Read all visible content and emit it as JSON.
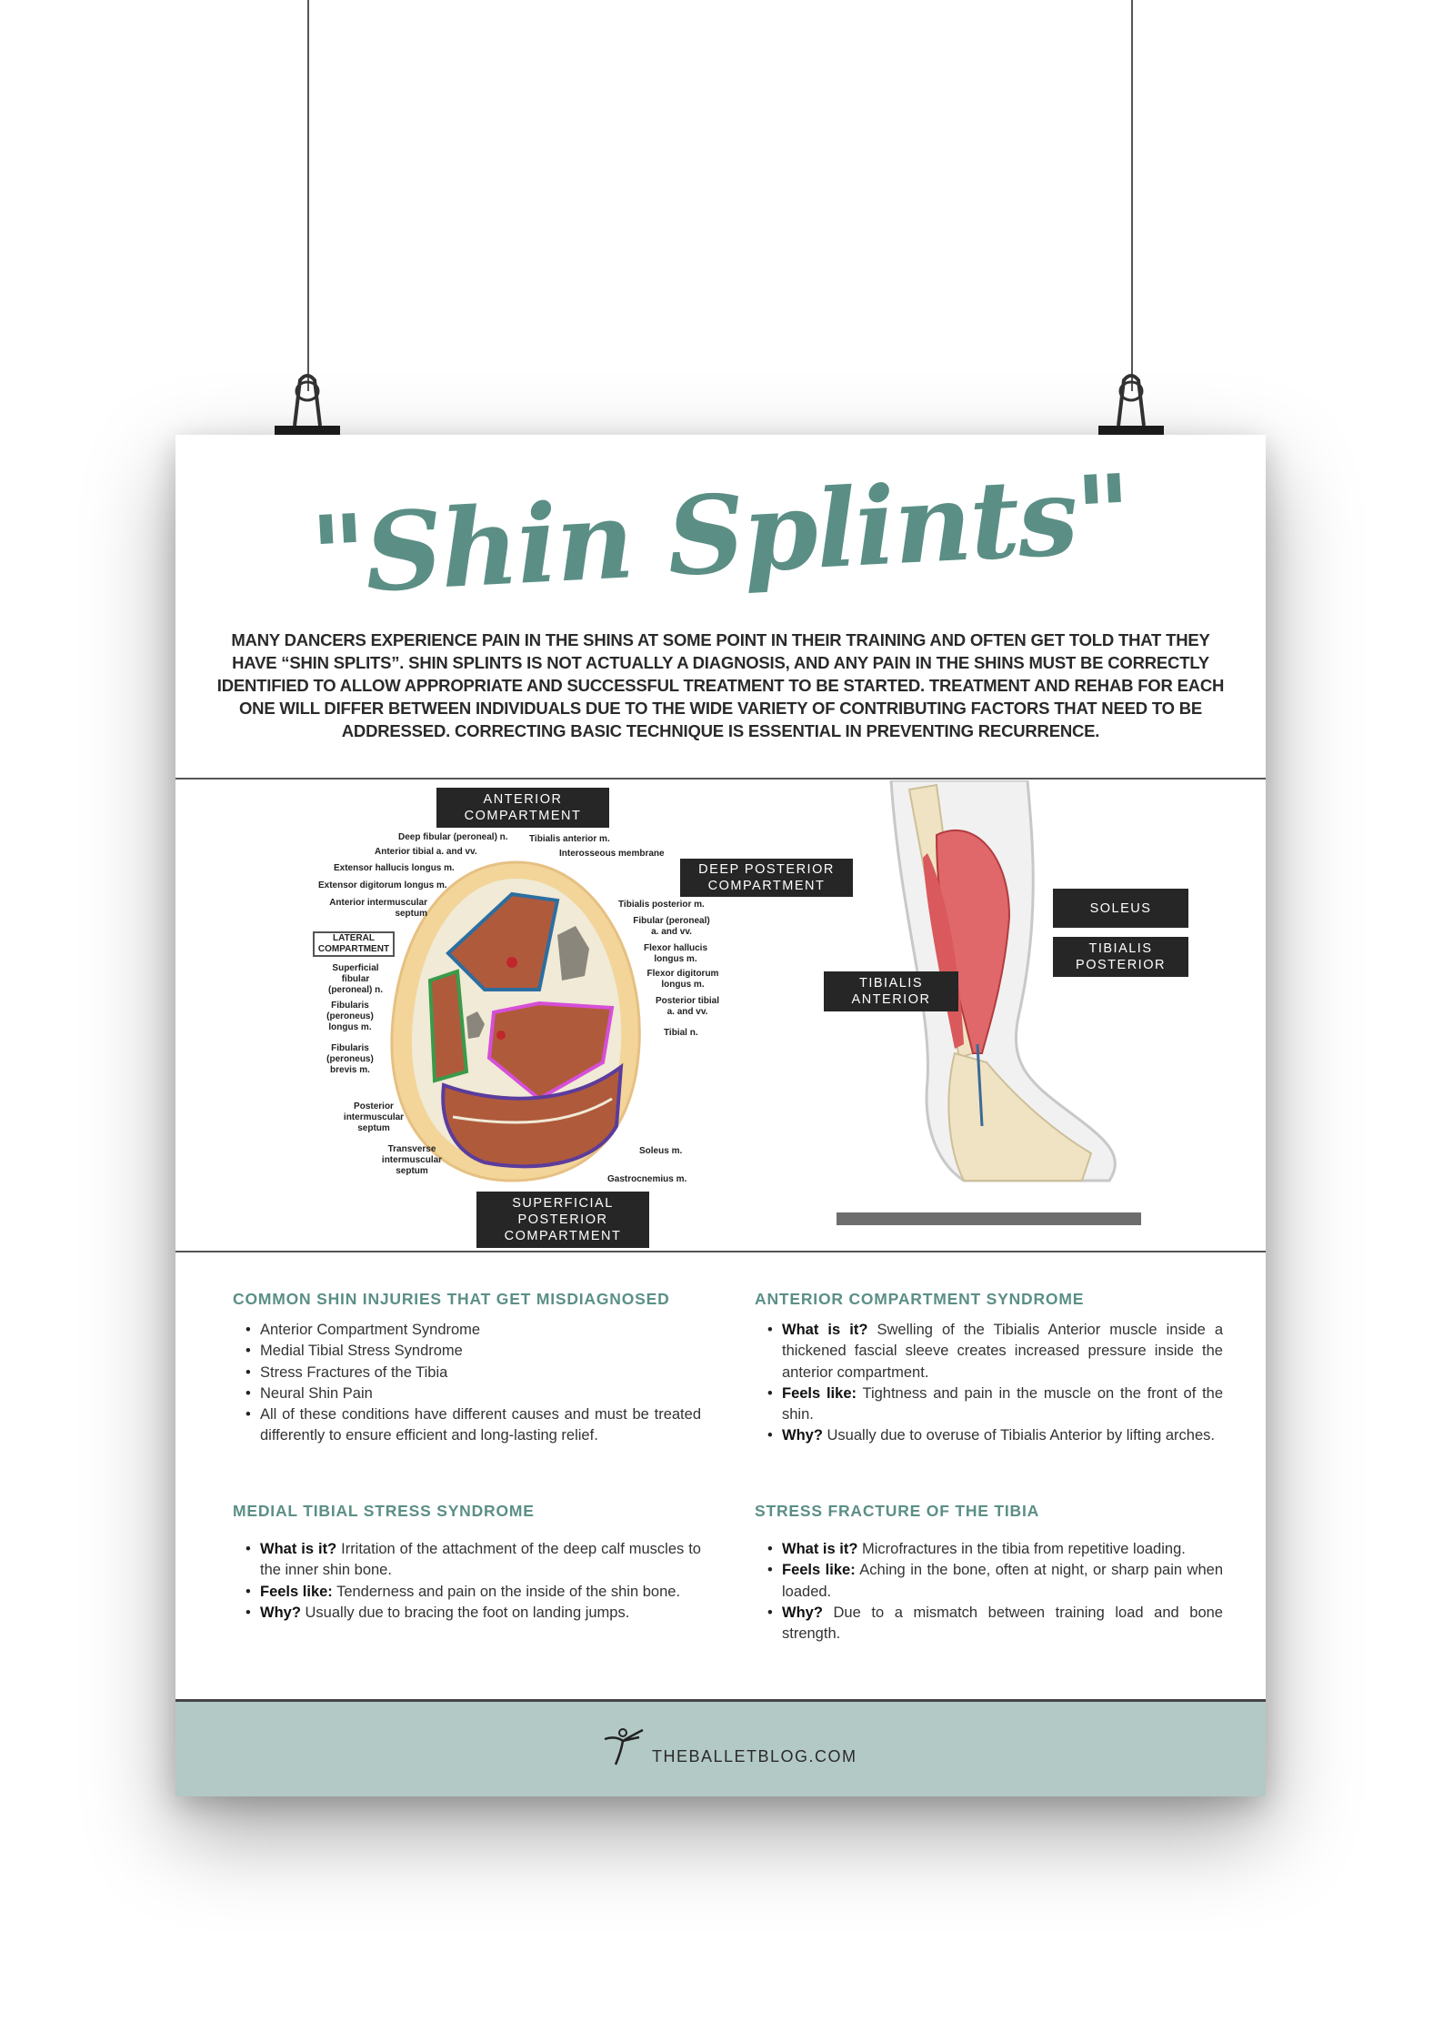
{
  "poster": {
    "title": "\"Shin Splints\"",
    "intro": "MANY DANCERS EXPERIENCE PAIN IN THE SHINS AT SOME POINT IN THEIR TRAINING AND OFTEN GET TOLD THAT THEY HAVE “SHIN SPLITS”. SHIN SPLINTS IS NOT ACTUALLY A DIAGNOSIS, AND ANY PAIN IN THE SHINS MUST BE CORRECTLY IDENTIFIED TO ALLOW APPROPRIATE AND SUCCESSFUL TREATMENT TO BE STARTED. TREATMENT AND REHAB FOR EACH ONE WILL DIFFER BETWEEN INDIVIDUALS DUE TO THE WIDE VARIETY OF CONTRIBUTING FACTORS THAT NEED TO BE ADDRESSED. CORRECTING BASIC TECHNIQUE IS ESSENTIAL IN PREVENTING RECURRENCE.",
    "accent_color": "#5b8f86",
    "footer_color": "#b3c9c6"
  },
  "diagram": {
    "compartments": {
      "anterior": [
        "ANTERIOR",
        "COMPARTMENT"
      ],
      "deep_posterior": [
        "DEEP POSTERIOR",
        "COMPARTMENT"
      ],
      "superficial_posterior": [
        "SUPERFICIAL",
        "POSTERIOR",
        "COMPARTMENT"
      ],
      "lateral": [
        "LATERAL",
        "COMPARTMENT"
      ]
    },
    "labels": {
      "deep_fibular": "Deep fibular (peroneal) n.",
      "tibialis_anterior": "Tibialis anterior m.",
      "anterior_tibial": "Anterior tibial a. and vv.",
      "interosseous": "Interosseous membrane",
      "ext_hallucis": "Extensor hallucis longus m.",
      "ext_digitorum": "Extensor digitorum longus m.",
      "ant_septum": [
        "Anterior intermuscular",
        "septum"
      ],
      "sup_fibular": [
        "Superficial",
        "fibular",
        "(peroneal) n."
      ],
      "fib_longus": [
        "Fibularis",
        "(peroneus)",
        "longus m."
      ],
      "fib_brevis": [
        "Fibularis",
        "(peroneus)",
        "brevis m."
      ],
      "post_septum": [
        "Posterior",
        "intermuscular",
        "septum"
      ],
      "trans_septum": [
        "Transverse",
        "intermuscular",
        "septum"
      ],
      "tibialis_posterior": "Tibialis posterior m.",
      "fibular_a": [
        "Fibular (peroneal)",
        "a. and vv."
      ],
      "flexor_hallucis": [
        "Flexor hallucis",
        "longus m."
      ],
      "flexor_digitorum": [
        "Flexor digitorum",
        "longus m."
      ],
      "post_tibial": [
        "Posterior tibial",
        "a. and vv."
      ],
      "tibial_n": "Tibial n.",
      "soleus": "Soleus m.",
      "gastrocnemius": "Gastrocnemius m."
    },
    "leg_labels": {
      "soleus": "SOLEUS",
      "tibialis_posterior": [
        "TIBIALIS",
        "POSTERIOR"
      ],
      "tibialis_anterior": [
        "TIBIALIS",
        "ANTERIOR"
      ]
    }
  },
  "sections": {
    "common": {
      "heading": "COMMON SHIN INJURIES THAT GET MISDIAGNOSED",
      "items": [
        "Anterior Compartment Syndrome",
        "Medial Tibial Stress Syndrome",
        "Stress Fractures of the Tibia",
        "Neural Shin Pain",
        "All of these conditions have different causes and must be treated differently to ensure efficient and long-lasting relief."
      ]
    },
    "acs": {
      "heading": "ANTERIOR COMPARTMENT SYNDROME",
      "items": [
        {
          "k": "What is it?",
          "v": " Swelling of the Tibialis Anterior muscle inside a thickened fascial sleeve creates increased pressure inside the anterior compartment."
        },
        {
          "k": "Feels like:",
          "v": " Tightness and pain in the muscle on the front of the shin."
        },
        {
          "k": "Why?",
          "v": " Usually due to overuse of Tibialis Anterior by lifting arches."
        }
      ]
    },
    "mtss": {
      "heading": "MEDIAL TIBIAL STRESS SYNDROME",
      "items": [
        {
          "k": "What is it?",
          "v": " Irritation of the attachment of the deep calf muscles to the inner shin bone."
        },
        {
          "k": "Feels like:",
          "v": " Tenderness and pain on the inside of the shin bone."
        },
        {
          "k": "Why?",
          "v": " Usually due to bracing the foot on landing jumps."
        }
      ]
    },
    "stress": {
      "heading": "STRESS FRACTURE OF THE TIBIA",
      "items": [
        {
          "k": "What is it?",
          "v": " Microfractures in the tibia from repetitive loading."
        },
        {
          "k": "Feels like:",
          "v": " Aching in the bone, often at night, or sharp pain when loaded."
        },
        {
          "k": "Why?",
          "v": " Due to a mismatch between training load and bone strength."
        }
      ]
    }
  },
  "footer": {
    "site": "THEBALLETBLOG.COM",
    "logo_icon": "dancer-icon"
  }
}
